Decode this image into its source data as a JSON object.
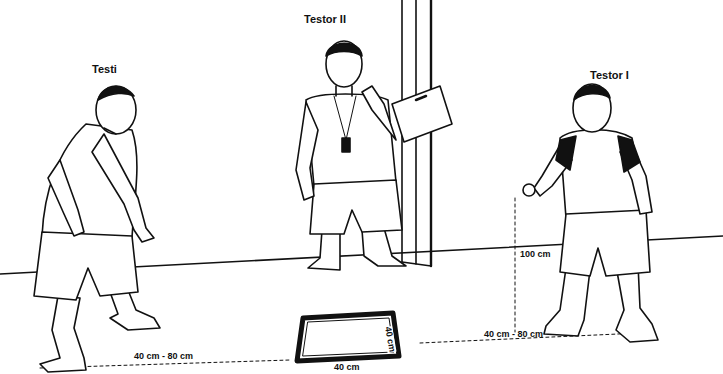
{
  "diagram": {
    "labels": [
      "Testi",
      "Testor II",
      "Testor I",
      "100 cm",
      "40 cm - 80 cm",
      "40 cm",
      "40 cm",
      "40 cm - 80 cm"
    ]
  }
}
